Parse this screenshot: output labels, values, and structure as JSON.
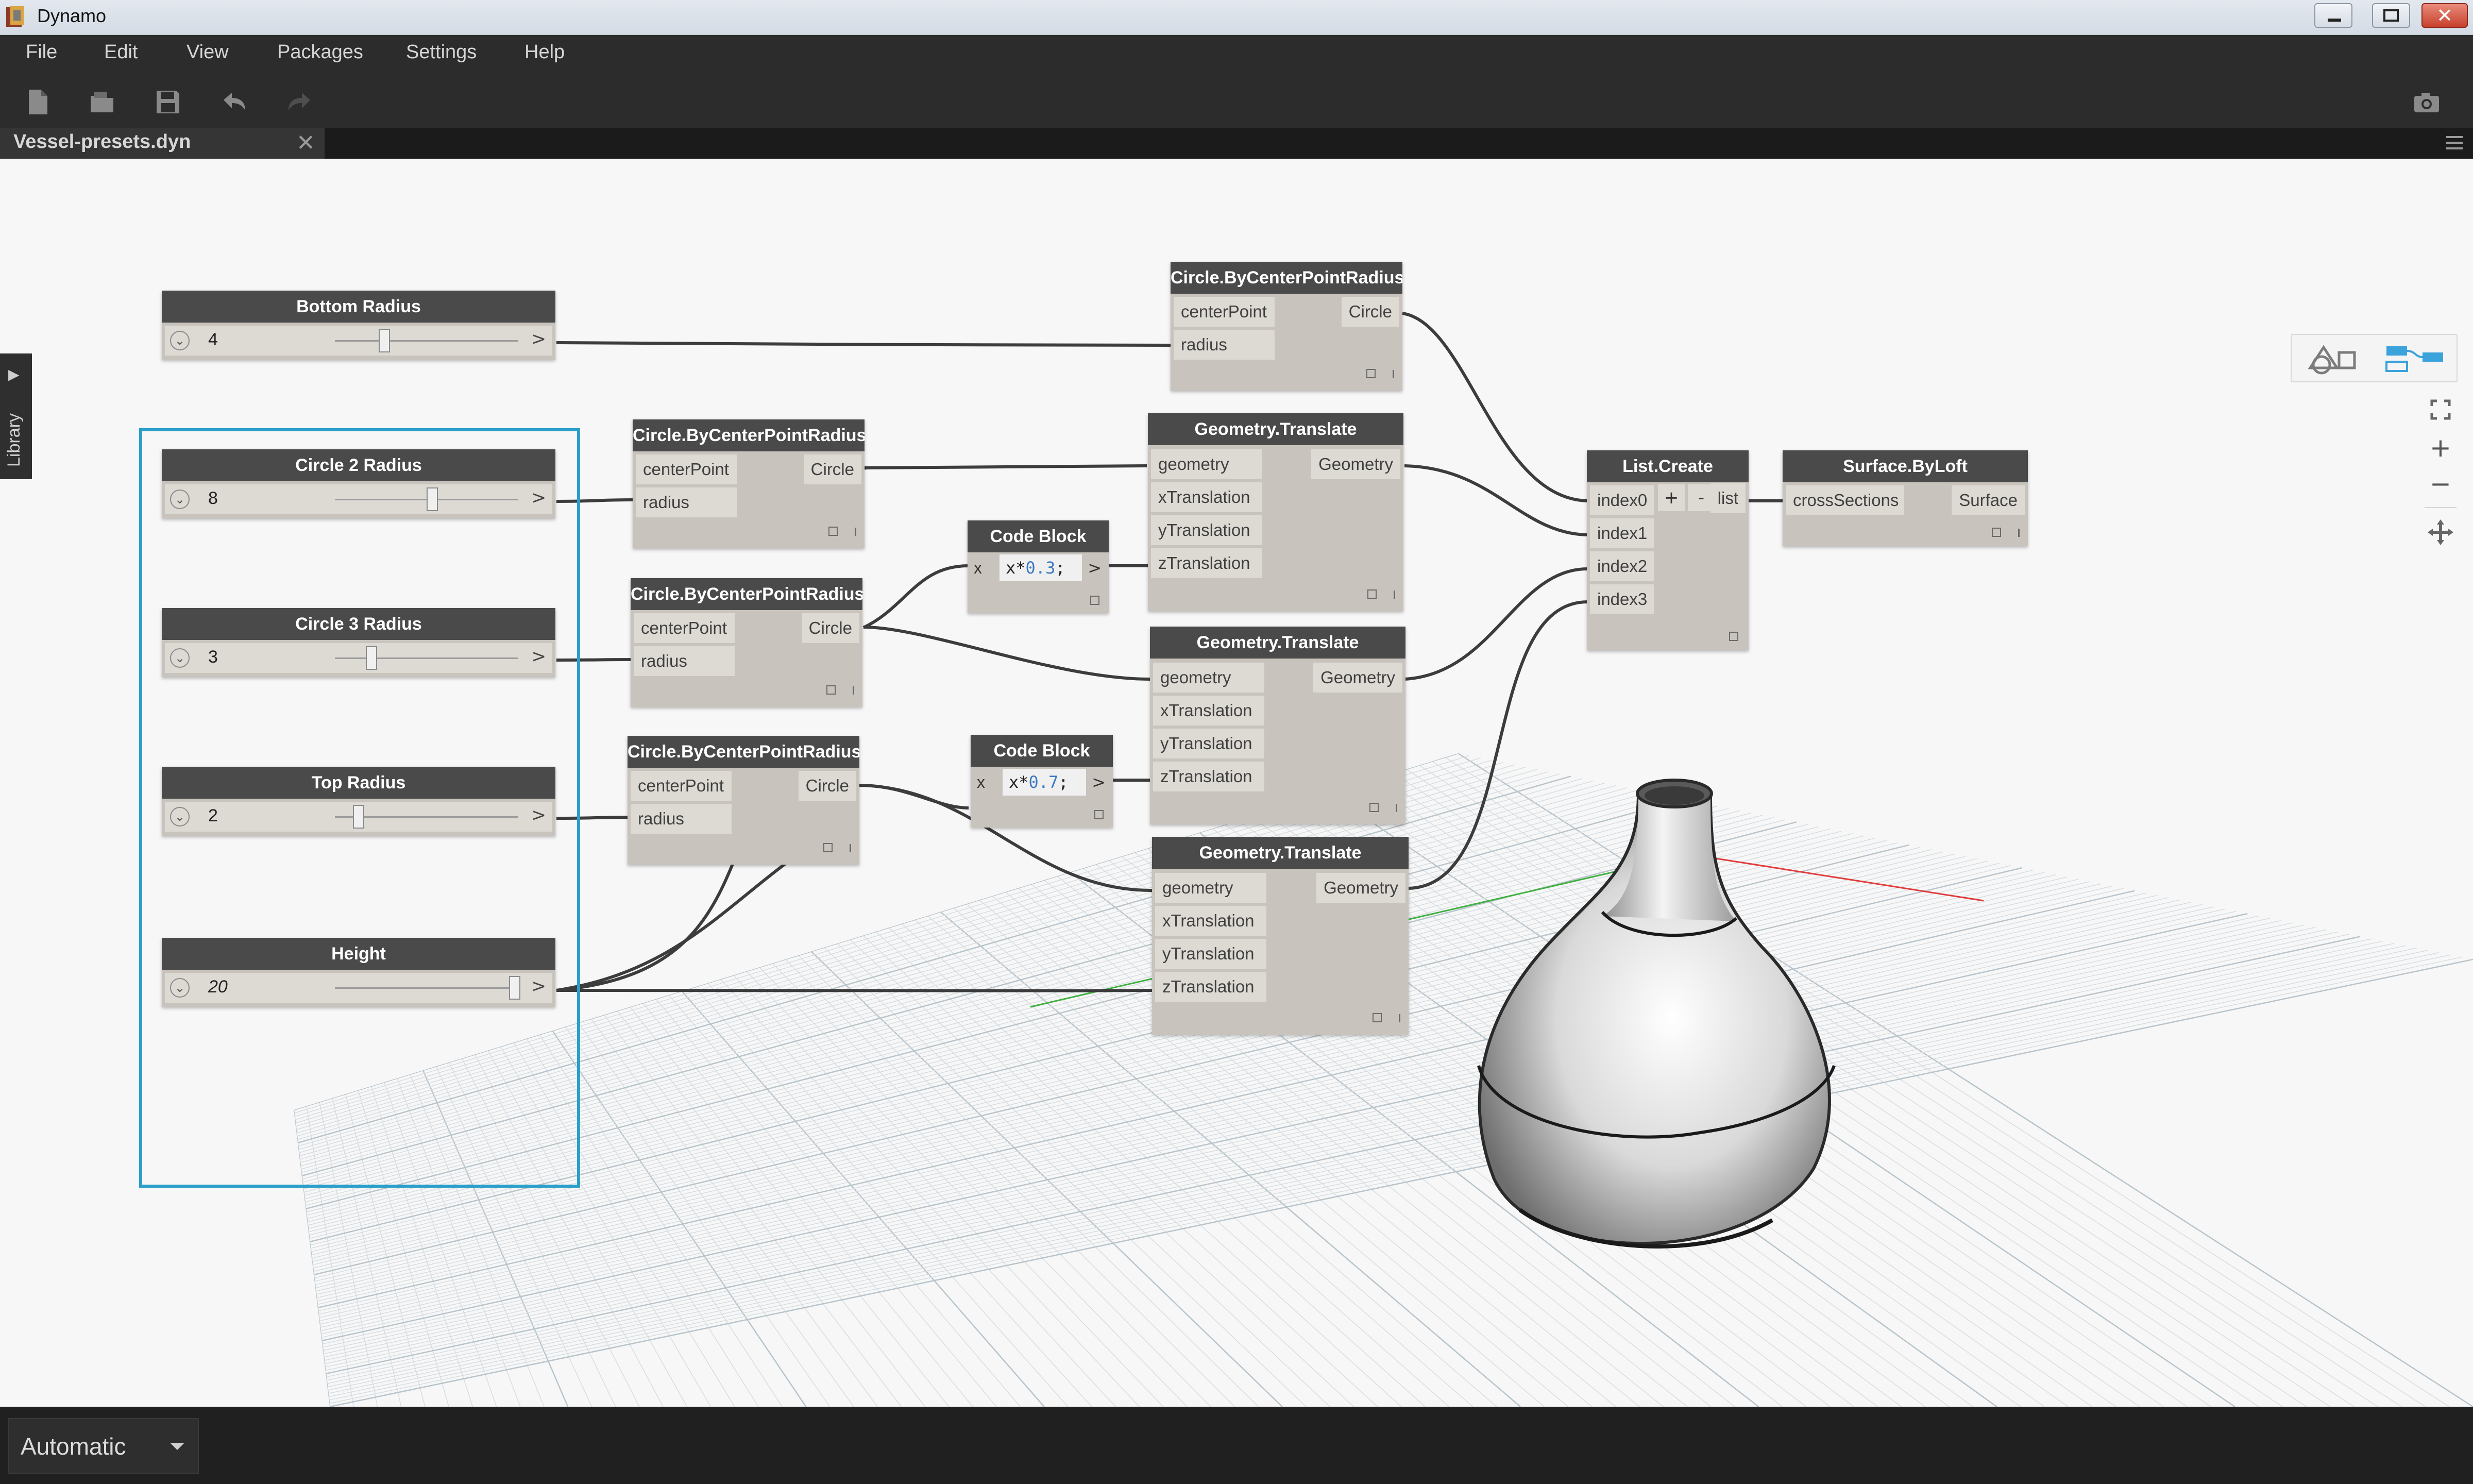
{
  "window": {
    "title": "Dynamo"
  },
  "menu": [
    "File",
    "Edit",
    "View",
    "Packages",
    "Settings",
    "Help"
  ],
  "tab": {
    "title": "Vessel-presets.dyn",
    "close": "✕"
  },
  "library": {
    "label": "Library"
  },
  "sliders": [
    {
      "name": "Bottom Radius",
      "value": "4",
      "fraction": 0.27
    },
    {
      "name": "Circle 2 Radius",
      "value": "8",
      "fraction": 0.53
    },
    {
      "name": "Circle 3 Radius",
      "value": "3",
      "fraction": 0.2
    },
    {
      "name": "Top Radius",
      "value": "2",
      "fraction": 0.13
    },
    {
      "name": "Height",
      "value": "20",
      "fraction": 0.98
    }
  ],
  "slider_arrow": ">",
  "circle_node": {
    "title": "Circle.ByCenterPointRadius",
    "in1": "centerPoint",
    "in2": "radius",
    "out": "Circle"
  },
  "translate_node": {
    "title": "Geometry.Translate",
    "in1": "geometry",
    "in2": "xTranslation",
    "in3": "yTranslation",
    "in4": "zTranslation",
    "out": "Geometry"
  },
  "code_blocks": [
    {
      "title": "Code Block",
      "input": "x",
      "prefix": "x*",
      "number": "0.3",
      "suffix": ";",
      "out": ">"
    },
    {
      "title": "Code Block",
      "input": "x",
      "prefix": "x*",
      "number": "0.7",
      "suffix": ";",
      "out": ">"
    }
  ],
  "list_create": {
    "title": "List.Create",
    "in0": "index0",
    "in1": "index1",
    "in2": "index2",
    "in3": "index3",
    "plus": "+",
    "minus": "-",
    "out": "list"
  },
  "loft": {
    "title": "Surface.ByLoft",
    "in1": "crossSections",
    "out": "Surface"
  },
  "zoom": {
    "plus": "+",
    "minus": "−"
  },
  "status": {
    "run_mode": "Automatic"
  },
  "colors": {
    "group_border": "#2a9fc9",
    "node_header": "#4a4a4a",
    "node_body": "#c8c4bd",
    "wire": "#3c3c3c",
    "menu_bg": "#2c2c2c"
  }
}
